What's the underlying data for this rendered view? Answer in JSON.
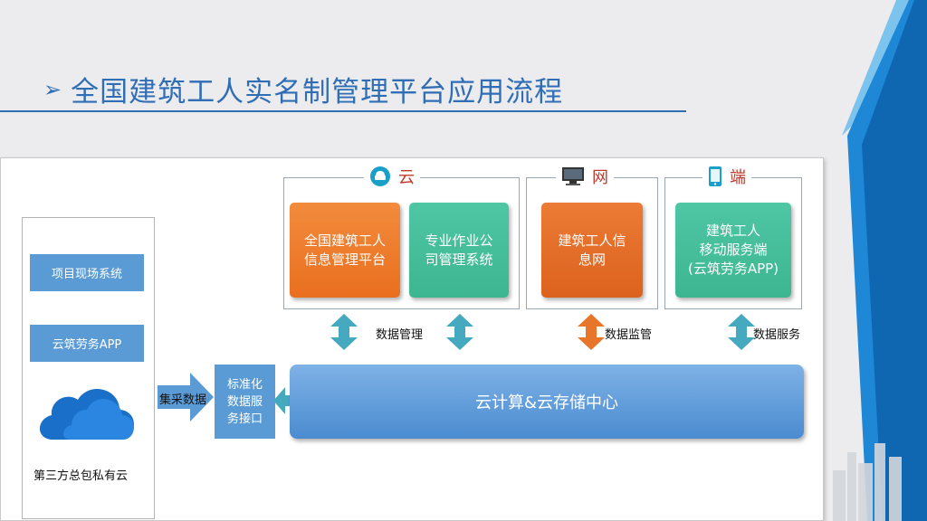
{
  "slide": {
    "title": "全国建筑工人实名制管理平台应用流程"
  },
  "sources": {
    "items": [
      "项目现场系统",
      "云筑劳务APP"
    ],
    "cloud_label": "第三方总包私有云"
  },
  "groups": {
    "yun": {
      "title": "云"
    },
    "wang": {
      "title": "网"
    },
    "duan": {
      "title": "端"
    }
  },
  "cards": {
    "national_platform": "全国建筑工人\n信息管理平台",
    "special_company": "专业作业公\n司管理系统",
    "info_net": "建筑工人信\n息网",
    "mobile": "建筑工人\n移动服务端\n(云筑劳务APP)"
  },
  "connectors": {
    "data_management": "数据管理",
    "data_supervision": "数据监管",
    "data_service": "数据服务",
    "collect_data": "集采数据"
  },
  "center": {
    "label": "云计算&云存储中心",
    "std_interface": "标准化\n数据服\n务接口"
  },
  "colors": {
    "title_blue": "#2f6db5",
    "source_blue": "#5b9bd5",
    "orange": "#e96f1f",
    "teal": "#3cb690",
    "group_title_red": "#c0392b"
  }
}
